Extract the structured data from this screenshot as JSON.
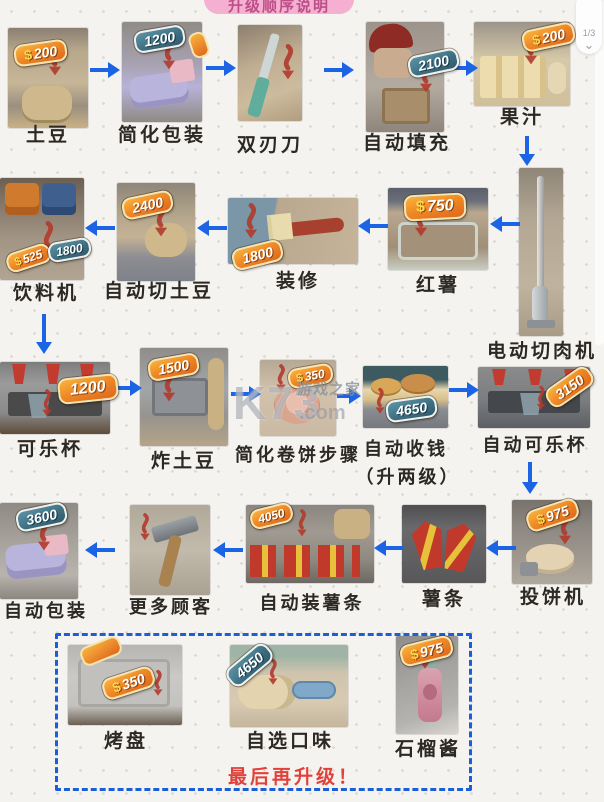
{
  "title": "升级顺序说明",
  "pager": {
    "label": "1/3"
  },
  "icons": {
    "dollar": "$",
    "chevron_down": "⌄"
  },
  "watermark": {
    "big": "K73",
    "site": "游戏之家",
    "dotcom": ".com"
  },
  "final_note": "最后再升级！",
  "items": [
    {
      "label": "土豆",
      "tags": [
        {
          "value": "200",
          "style": "orange",
          "dollar": true
        }
      ]
    },
    {
      "label": "简化包装",
      "tags": [
        {
          "value": "1200",
          "style": "teal"
        }
      ]
    },
    {
      "label": "双刃刀",
      "tags": []
    },
    {
      "label": "自动填充",
      "tags": [
        {
          "value": "2100",
          "style": "teal"
        }
      ]
    },
    {
      "label": "果汁",
      "tags": [
        {
          "value": "200",
          "style": "orange",
          "dollar": true
        }
      ]
    },
    {
      "label": "电动切肉机",
      "tags": []
    },
    {
      "label": "红薯",
      "tags": [
        {
          "value": "750",
          "style": "orange",
          "dollar": true
        }
      ]
    },
    {
      "label": "装修",
      "tags": [
        {
          "value": "1800",
          "style": "orange"
        }
      ]
    },
    {
      "label": "自动切土豆",
      "tags": [
        {
          "value": "2400",
          "style": "orange"
        }
      ]
    },
    {
      "label": "饮料机",
      "tags": [
        {
          "value": "525",
          "style": "orange",
          "dollar": true
        },
        {
          "value": "1800",
          "style": "teal"
        }
      ]
    },
    {
      "label": "可乐杯",
      "tags": [
        {
          "value": "1200",
          "style": "orange"
        }
      ]
    },
    {
      "label": "炸土豆",
      "tags": [
        {
          "value": "1500",
          "style": "orange"
        }
      ]
    },
    {
      "label": "简化卷饼步骤",
      "tags": [
        {
          "value": "350",
          "style": "orange",
          "dollar": true
        }
      ]
    },
    {
      "label": "自动收钱",
      "sublabel": "（升两级）",
      "tags": [
        {
          "value": "4650",
          "style": "teal"
        }
      ]
    },
    {
      "label": "自动可乐杯",
      "tags": [
        {
          "value": "3150",
          "style": "orange"
        }
      ]
    },
    {
      "label": "投饼机",
      "tags": [
        {
          "value": "975",
          "style": "orange",
          "dollar": true
        }
      ]
    },
    {
      "label": "薯条",
      "tags": []
    },
    {
      "label": "自动装薯条",
      "tags": [
        {
          "value": "4050",
          "style": "orange"
        }
      ]
    },
    {
      "label": "更多顾客",
      "tags": []
    },
    {
      "label": "自动包装",
      "tags": [
        {
          "value": "3600",
          "style": "teal"
        }
      ]
    },
    {
      "label": "烤盘",
      "tags": [
        {
          "value": "350",
          "style": "orange",
          "dollar": true
        }
      ]
    },
    {
      "label": "自选口味",
      "tags": [
        {
          "value": "4650",
          "style": "teal"
        }
      ]
    },
    {
      "label": "石榴酱",
      "tags": [
        {
          "value": "975",
          "style": "orange",
          "dollar": true
        }
      ]
    }
  ]
}
